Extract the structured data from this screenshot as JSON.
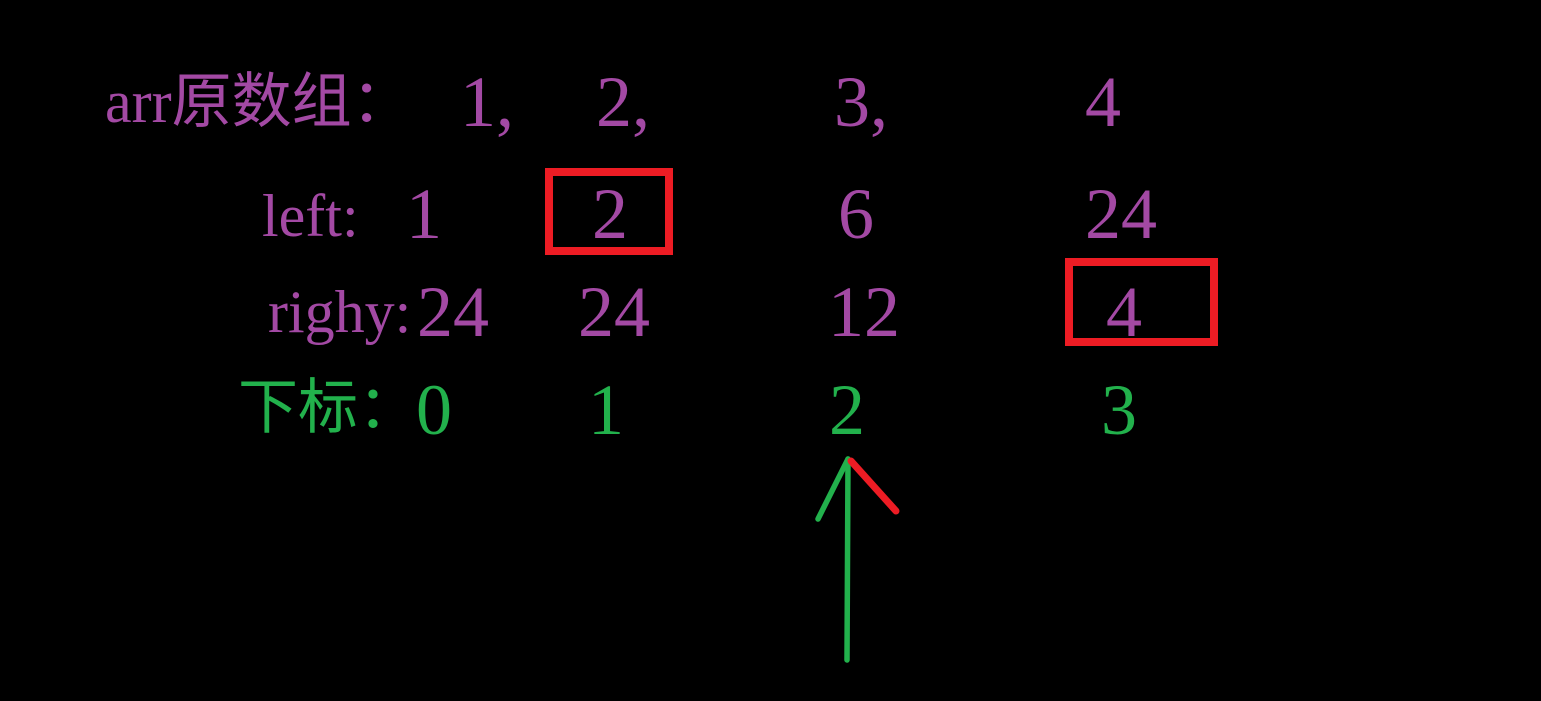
{
  "diagram": {
    "title_semantic": "array prefix/suffix products worksheet",
    "colors": {
      "background": "#000000",
      "purple": "#A349A4",
      "green": "#22B14C",
      "red": "#ED1C24"
    },
    "rows": [
      {
        "id": "original-array",
        "label": "arr原数组：",
        "values": [
          "1,",
          "2,",
          "3,",
          "4"
        ],
        "color": "purple"
      },
      {
        "id": "left-products",
        "label": "left:",
        "values": [
          "1",
          "2",
          "6",
          "24"
        ],
        "boxed_value_index": 1,
        "color": "purple"
      },
      {
        "id": "right-products",
        "label": "righy:",
        "values": [
          "24",
          "24",
          "12",
          "4"
        ],
        "boxed_value_index": 3,
        "color": "purple"
      },
      {
        "id": "indices",
        "label": "下标：",
        "values": [
          "0",
          "1",
          "2",
          "3"
        ],
        "color": "green"
      }
    ],
    "arrow": {
      "points_at_index_label": "2",
      "shaft_color": "#22B14C",
      "right_barb_color": "#ED1C24"
    }
  }
}
